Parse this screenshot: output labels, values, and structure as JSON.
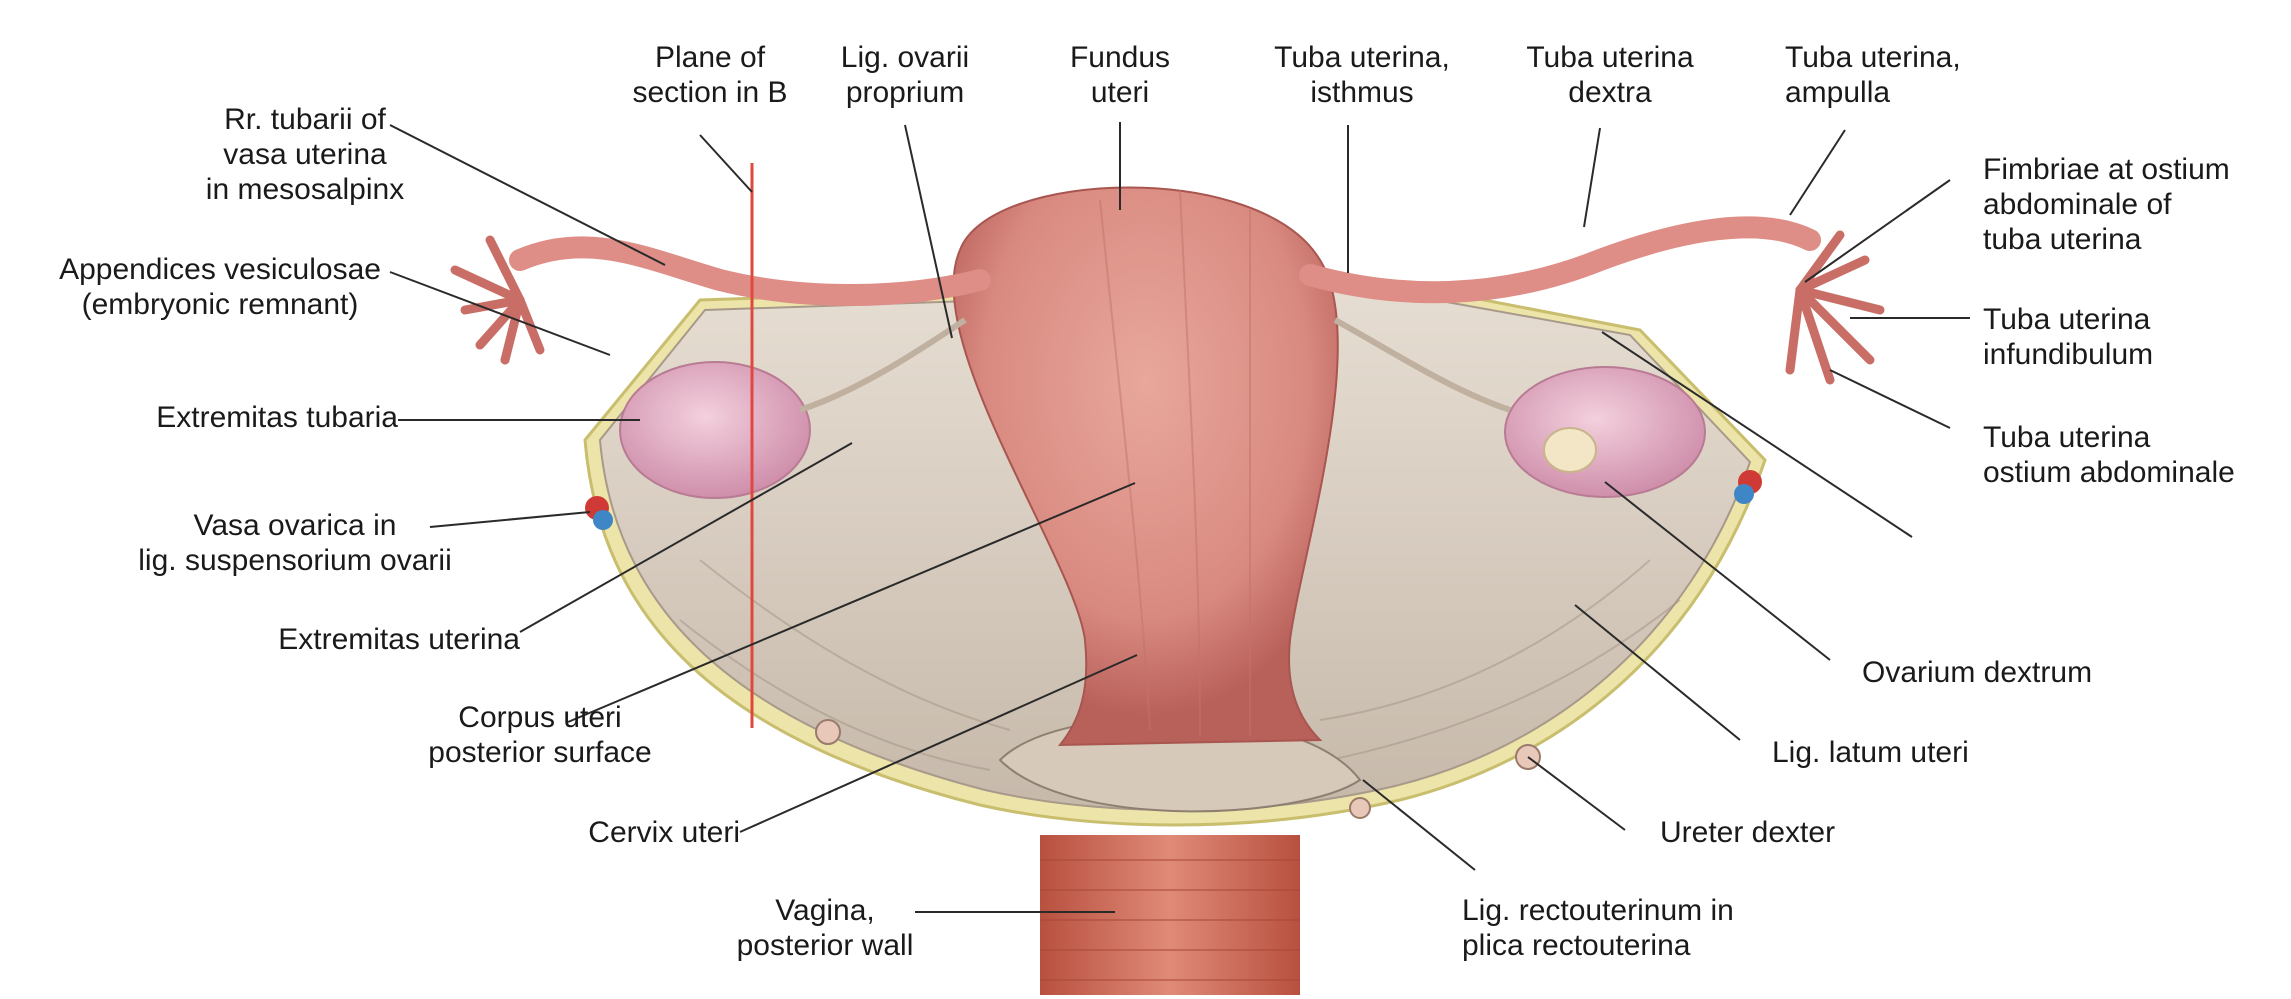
{
  "labels": {
    "plane_of_section": [
      "Plane of",
      "section in B"
    ],
    "lig_ovarii_proprium": [
      "Lig. ovarii",
      "proprium"
    ],
    "fundus_uteri": [
      "Fundus",
      "uteri"
    ],
    "tuba_isthmus": [
      "Tuba uterina,",
      "isthmus"
    ],
    "tuba_dextra": [
      "Tuba uterina",
      "dextra"
    ],
    "tuba_ampulla": [
      "Tuba uterina,",
      "ampulla"
    ],
    "rr_tubarii": [
      "Rr. tubarii of",
      "vasa uterina",
      "in mesosalpinx"
    ],
    "fimbriae": [
      "Fimbriae at ostium",
      "abdominale of",
      "tuba uterina"
    ],
    "appendices": [
      "Appendices vesiculosae",
      "(embryonic remnant)"
    ],
    "tuba_infundibulum": [
      "Tuba uterina",
      "infundibulum"
    ],
    "extremitas_tubaria": [
      "Extremitas tubaria"
    ],
    "tuba_ostium": [
      "Tuba uterina",
      "ostium abdominale"
    ],
    "vasa_ovarica": [
      "Vasa ovarica in",
      "lig. suspensorium ovarii"
    ],
    "extremitas_uterina": [
      "Extremitas  uterina"
    ],
    "ovarium_dextrum": [
      "Ovarium dextrum"
    ],
    "corpus_uteri": [
      "Corpus uteri",
      "posterior surface"
    ],
    "lig_latum": [
      "Lig. latum uteri"
    ],
    "cervix_uteri": [
      "Cervix uteri"
    ],
    "ureter_dexter": [
      "Ureter dexter"
    ],
    "vagina": [
      "Vagina,",
      "posterior wall"
    ],
    "lig_rectouterinum": [
      "Lig. rectouterinum in",
      "plica rectouterina"
    ]
  },
  "colors": {
    "text": "#1a1a1a",
    "leader": "#2a2a2a",
    "section_plane": "#e0483e",
    "uterus": "#d98a80",
    "uterus_dark": "#b8605a",
    "ligament": "#d8cdbf",
    "ligament_dark": "#a8998a",
    "fat_border": "#ece4a8",
    "ovary": "#e6b4c8",
    "tube": "#de8e86",
    "vagina": "#d2705e",
    "artery": "#d03a36",
    "vein": "#3f86c6"
  }
}
